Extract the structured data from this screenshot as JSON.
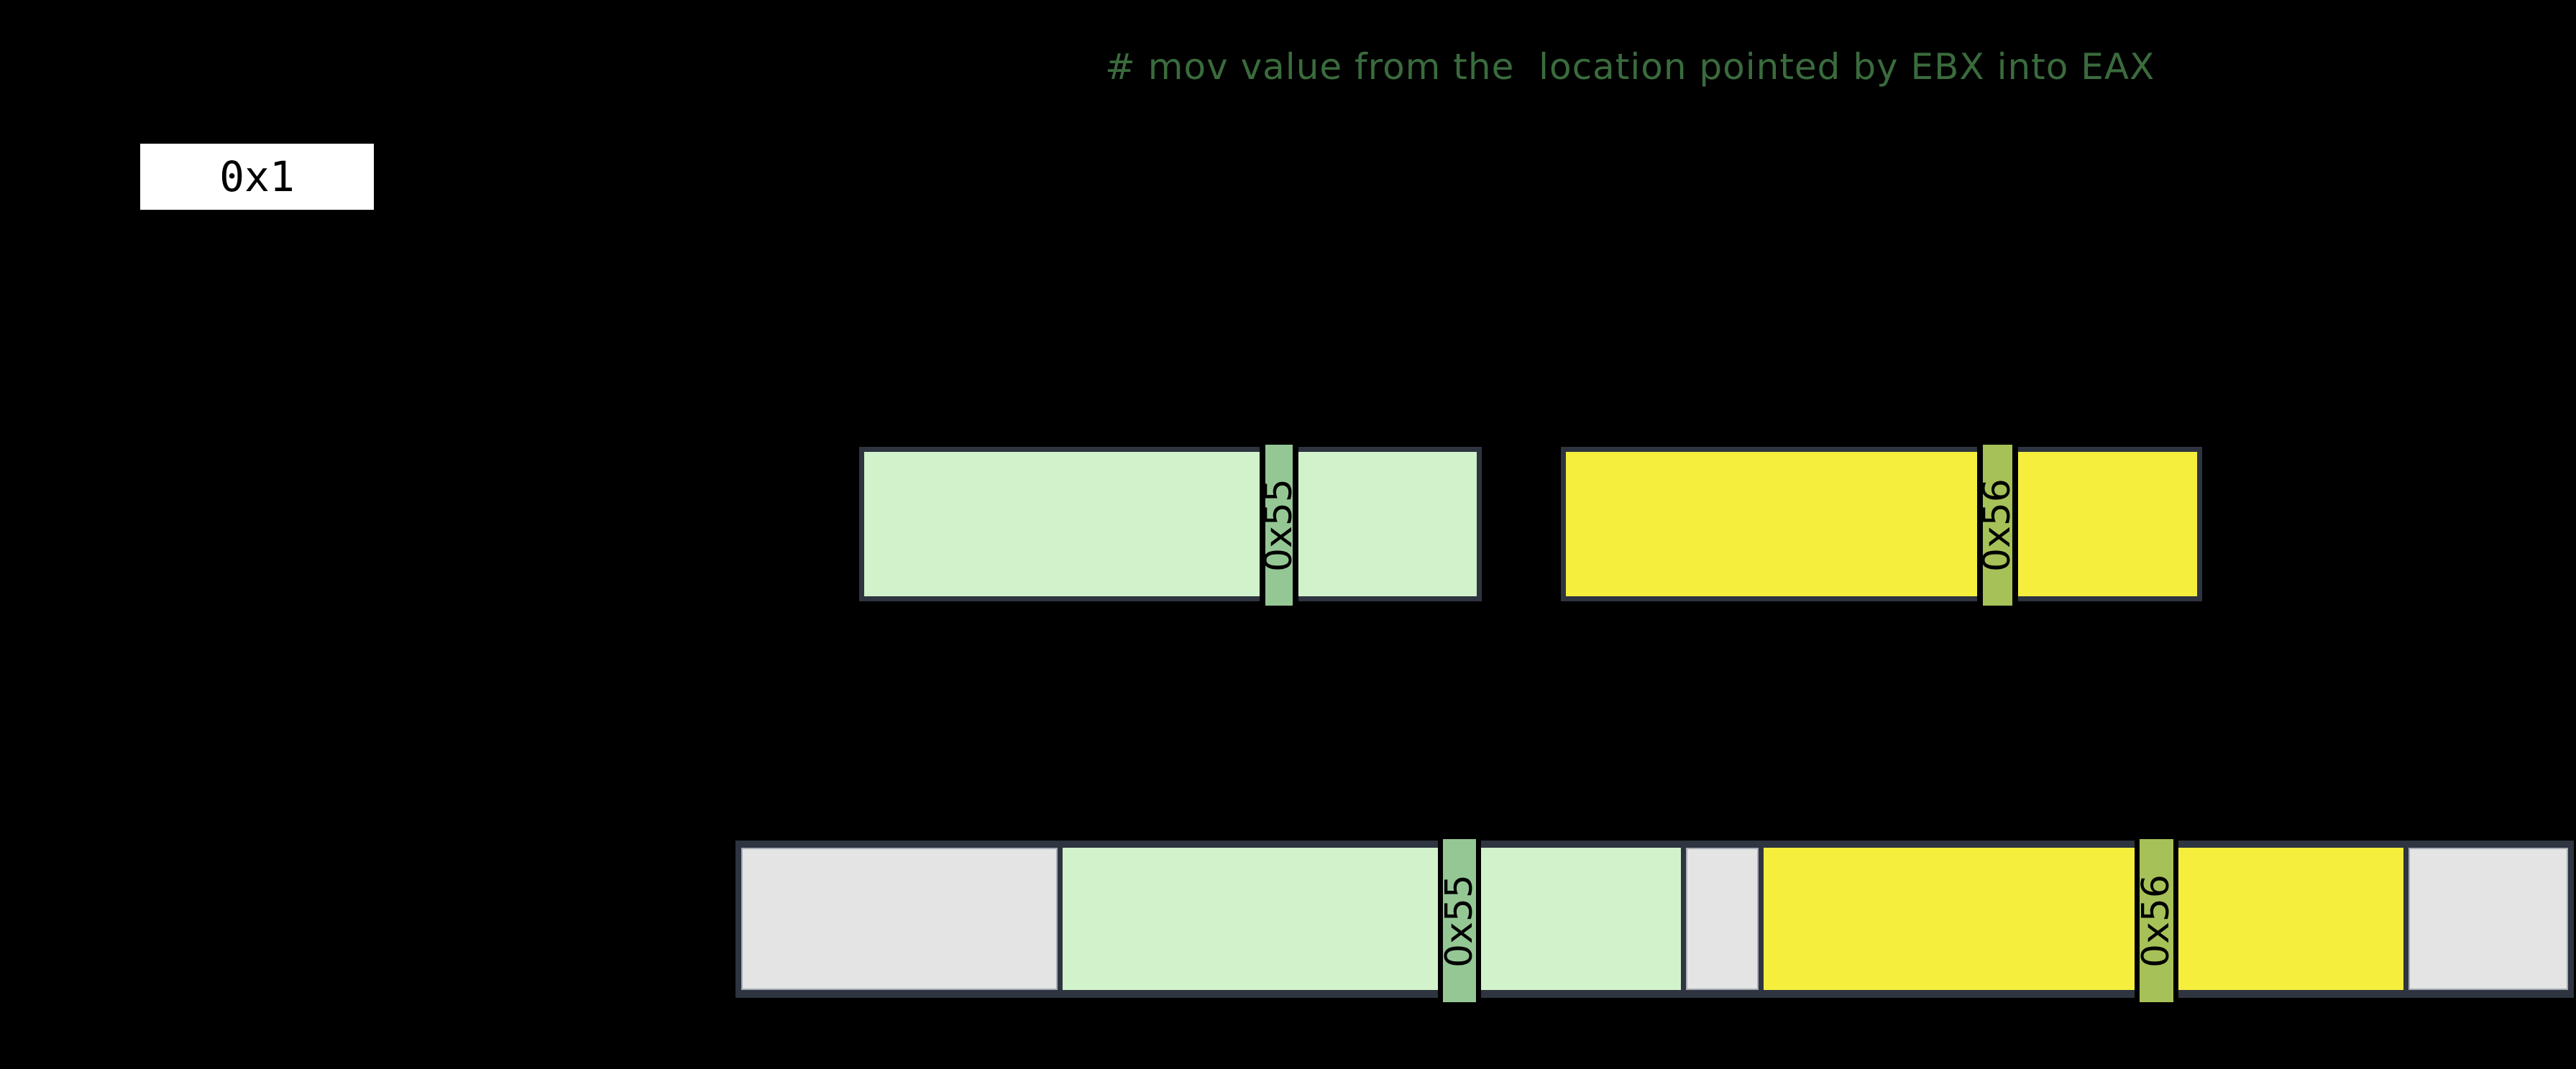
{
  "comment": {
    "text": "# mov value from the  location pointed by EBX into EAX",
    "color": "#3a6b3d"
  },
  "immediate_box": {
    "value": "0x1"
  },
  "register_bars": {
    "green_bar": {
      "address_strip": "0x55",
      "fill": "#d2f2cb",
      "strip_fill": "#95c795"
    },
    "yellow_bar": {
      "address_strip": "0x56",
      "fill": "#f5ee3c",
      "strip_fill": "#a6c158"
    }
  },
  "memory_bar": {
    "green_segment_strip": "0x55",
    "yellow_segment_strip": "0x56",
    "gray_fill": "#e4e4e4",
    "frame_fill": "#2e3440",
    "border_color": "#2e3440",
    "background": "#000000"
  }
}
